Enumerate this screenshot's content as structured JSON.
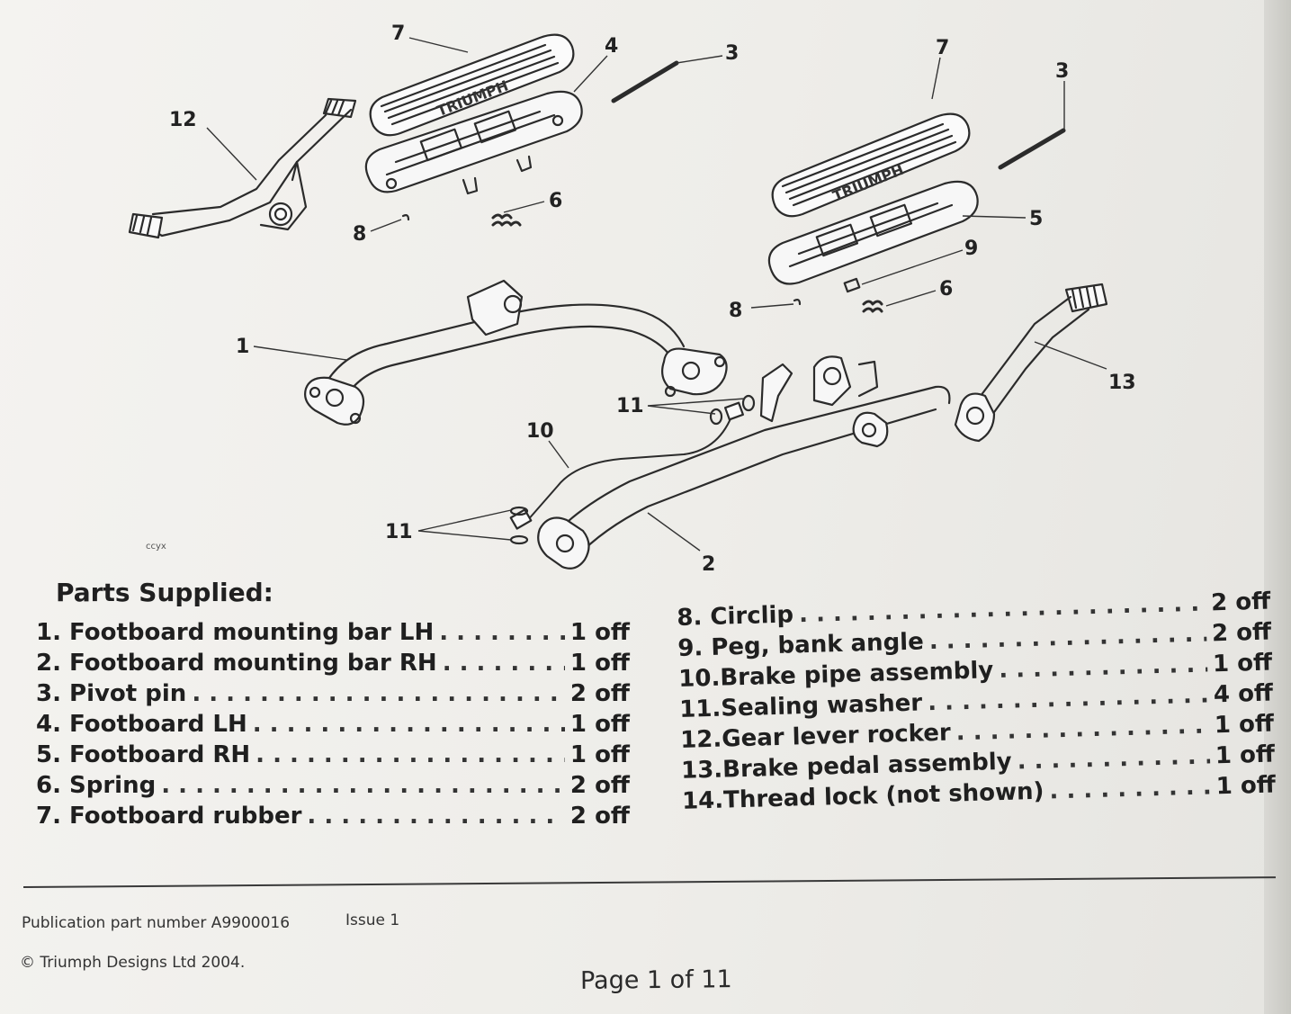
{
  "diagram": {
    "callouts": [
      "7",
      "4",
      "3",
      "7",
      "3",
      "12",
      "6",
      "5",
      "8",
      "9",
      "8",
      "6",
      "1",
      "13",
      "11",
      "10",
      "11",
      "2"
    ],
    "watermark": "ccyx"
  },
  "parts": {
    "heading": "Parts Supplied:",
    "left_column": [
      {
        "name": "1. Footboard mounting bar LH",
        "qty": "1 off"
      },
      {
        "name": "2. Footboard mounting bar RH",
        "qty": "1 off"
      },
      {
        "name": "3. Pivot pin",
        "qty": "2 off"
      },
      {
        "name": "4. Footboard LH",
        "qty": "1 off"
      },
      {
        "name": "5. Footboard RH",
        "qty": "1 off"
      },
      {
        "name": "6. Spring",
        "qty": "2 off"
      },
      {
        "name": "7. Footboard rubber",
        "qty": "2 off"
      }
    ],
    "right_column": [
      {
        "name": "8. Circlip",
        "qty": "2 off"
      },
      {
        "name": "9. Peg, bank angle",
        "qty": "2 off"
      },
      {
        "name": "10.Brake pipe assembly",
        "qty": "1 off"
      },
      {
        "name": "11.Sealing washer",
        "qty": "4 off"
      },
      {
        "name": "12.Gear lever rocker",
        "qty": "1 off"
      },
      {
        "name": "13.Brake pedal assembly",
        "qty": "1 off"
      },
      {
        "name": "14.Thread lock (not shown)",
        "qty": "1 off"
      }
    ]
  },
  "footer": {
    "publication": "Publication part number A9900016",
    "issue": "Issue 1",
    "copyright": "©   Triumph Designs Ltd 2004.",
    "page": "Page 1 of 11"
  }
}
